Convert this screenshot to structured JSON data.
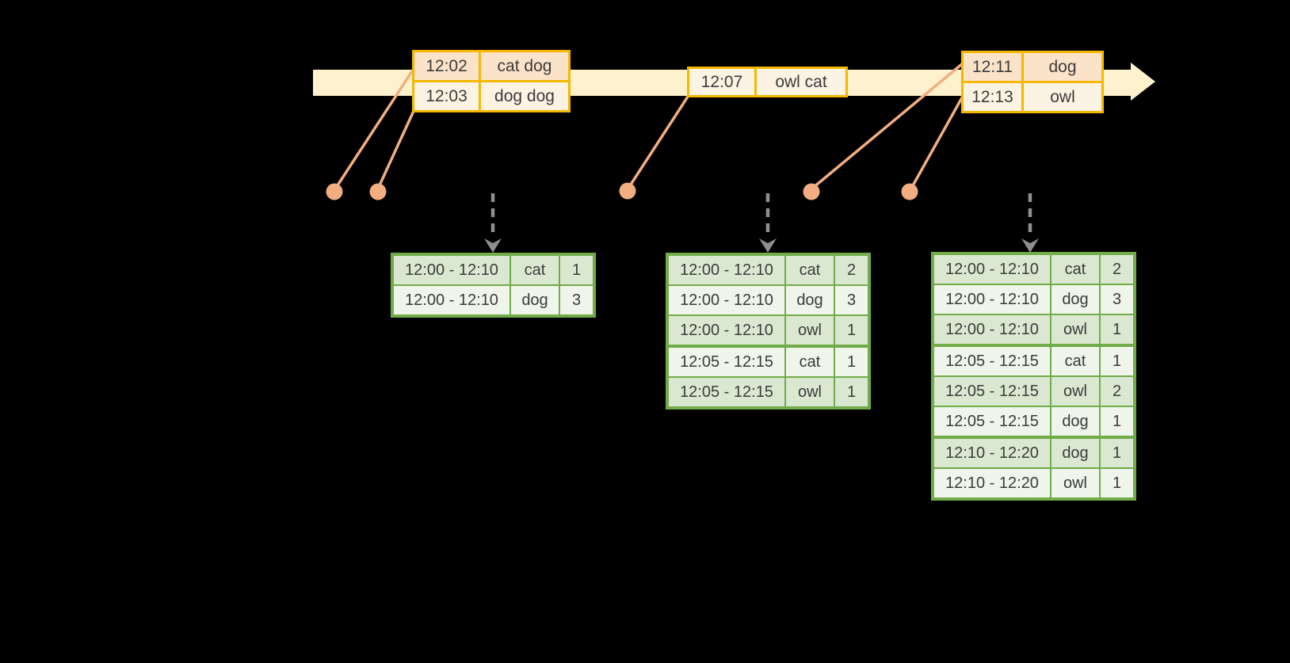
{
  "colors": {
    "background": "#000000",
    "timeline_fill": "#fdf2cd",
    "event_table_border": "#f5b800",
    "event_row_dark": "#fbe3c9",
    "event_row_light": "#fdf3e3",
    "connector_salmon": "#f2ae80",
    "dashed_arrow_gray": "#8f8f8f",
    "result_table_border": "#71ac49",
    "result_row_dark": "#dbe8d1",
    "result_row_light": "#eff5eb",
    "text": "#3b3b3b"
  },
  "event_tables": [
    {
      "rows": [
        [
          "12:02",
          "cat dog"
        ],
        [
          "12:03",
          "dog dog"
        ]
      ]
    },
    {
      "rows": [
        [
          "12:07",
          "owl cat"
        ]
      ]
    },
    {
      "rows": [
        [
          "12:11",
          "dog"
        ],
        [
          "12:13",
          "owl"
        ]
      ]
    }
  ],
  "result_tables": [
    {
      "rows": [
        [
          "12:00 - 12:10",
          "cat",
          "1"
        ],
        [
          "12:00 - 12:10",
          "dog",
          "3"
        ]
      ]
    },
    {
      "rows": [
        [
          "12:00 - 12:10",
          "cat",
          "2"
        ],
        [
          "12:00 - 12:10",
          "dog",
          "3"
        ],
        [
          "12:00 - 12:10",
          "owl",
          "1"
        ],
        [
          "12:05 - 12:15",
          "cat",
          "1"
        ],
        [
          "12:05 - 12:15",
          "owl",
          "1"
        ]
      ]
    },
    {
      "rows": [
        [
          "12:00 - 12:10",
          "cat",
          "2"
        ],
        [
          "12:00 - 12:10",
          "dog",
          "3"
        ],
        [
          "12:00 - 12:10",
          "owl",
          "1"
        ],
        [
          "12:05 - 12:15",
          "cat",
          "1"
        ],
        [
          "12:05 - 12:15",
          "owl",
          "2"
        ],
        [
          "12:05 - 12:15",
          "dog",
          "1"
        ],
        [
          "12:10 - 12:20",
          "dog",
          "1"
        ],
        [
          "12:10 - 12:20",
          "owl",
          "1"
        ]
      ]
    }
  ]
}
